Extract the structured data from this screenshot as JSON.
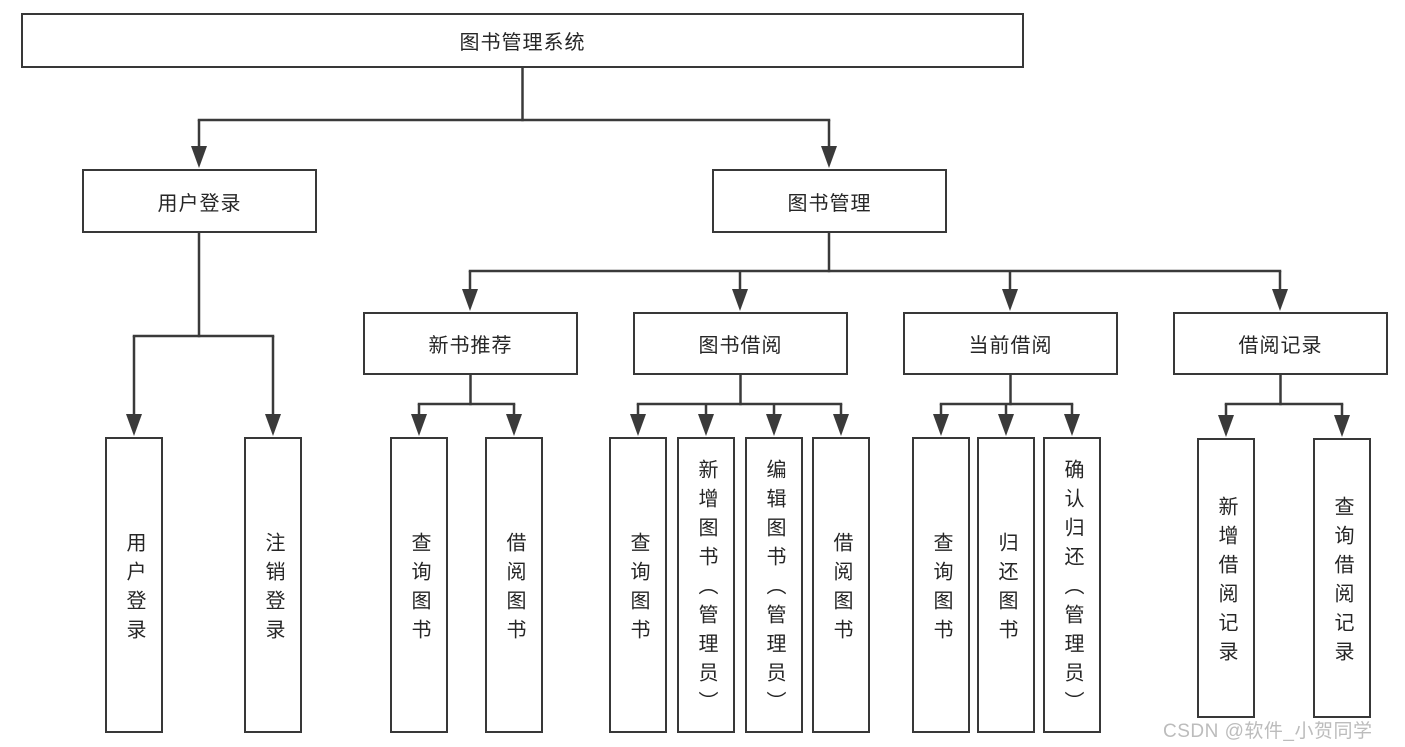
{
  "tree": {
    "root": {
      "label": "图书管理系统"
    },
    "branches": [
      {
        "label": "用户登录",
        "children": [
          {
            "label": "用户登录"
          },
          {
            "label": "注销登录"
          }
        ]
      },
      {
        "label": "图书管理",
        "children": [
          {
            "label": "新书推荐",
            "children": [
              {
                "label": "查询图书"
              },
              {
                "label": "借阅图书"
              }
            ]
          },
          {
            "label": "图书借阅",
            "children": [
              {
                "label": "查询图书"
              },
              {
                "label": "新增图书（管理员）"
              },
              {
                "label": "编辑图书（管理员）"
              },
              {
                "label": "借阅图书"
              }
            ]
          },
          {
            "label": "当前借阅",
            "children": [
              {
                "label": "查询图书"
              },
              {
                "label": "归还图书"
              },
              {
                "label": "确认归还（管理员）"
              }
            ]
          },
          {
            "label": "借阅记录",
            "children": [
              {
                "label": "新增借阅记录"
              },
              {
                "label": "查询借阅记录"
              }
            ]
          }
        ]
      }
    ]
  },
  "watermark": {
    "text": "CSDN @软件_小贺同学"
  },
  "colors": {
    "line": "#3a3a3a",
    "box_border": "#383838",
    "text": "#262626",
    "watermark": "#b8b8b8",
    "background": "#ffffff"
  }
}
